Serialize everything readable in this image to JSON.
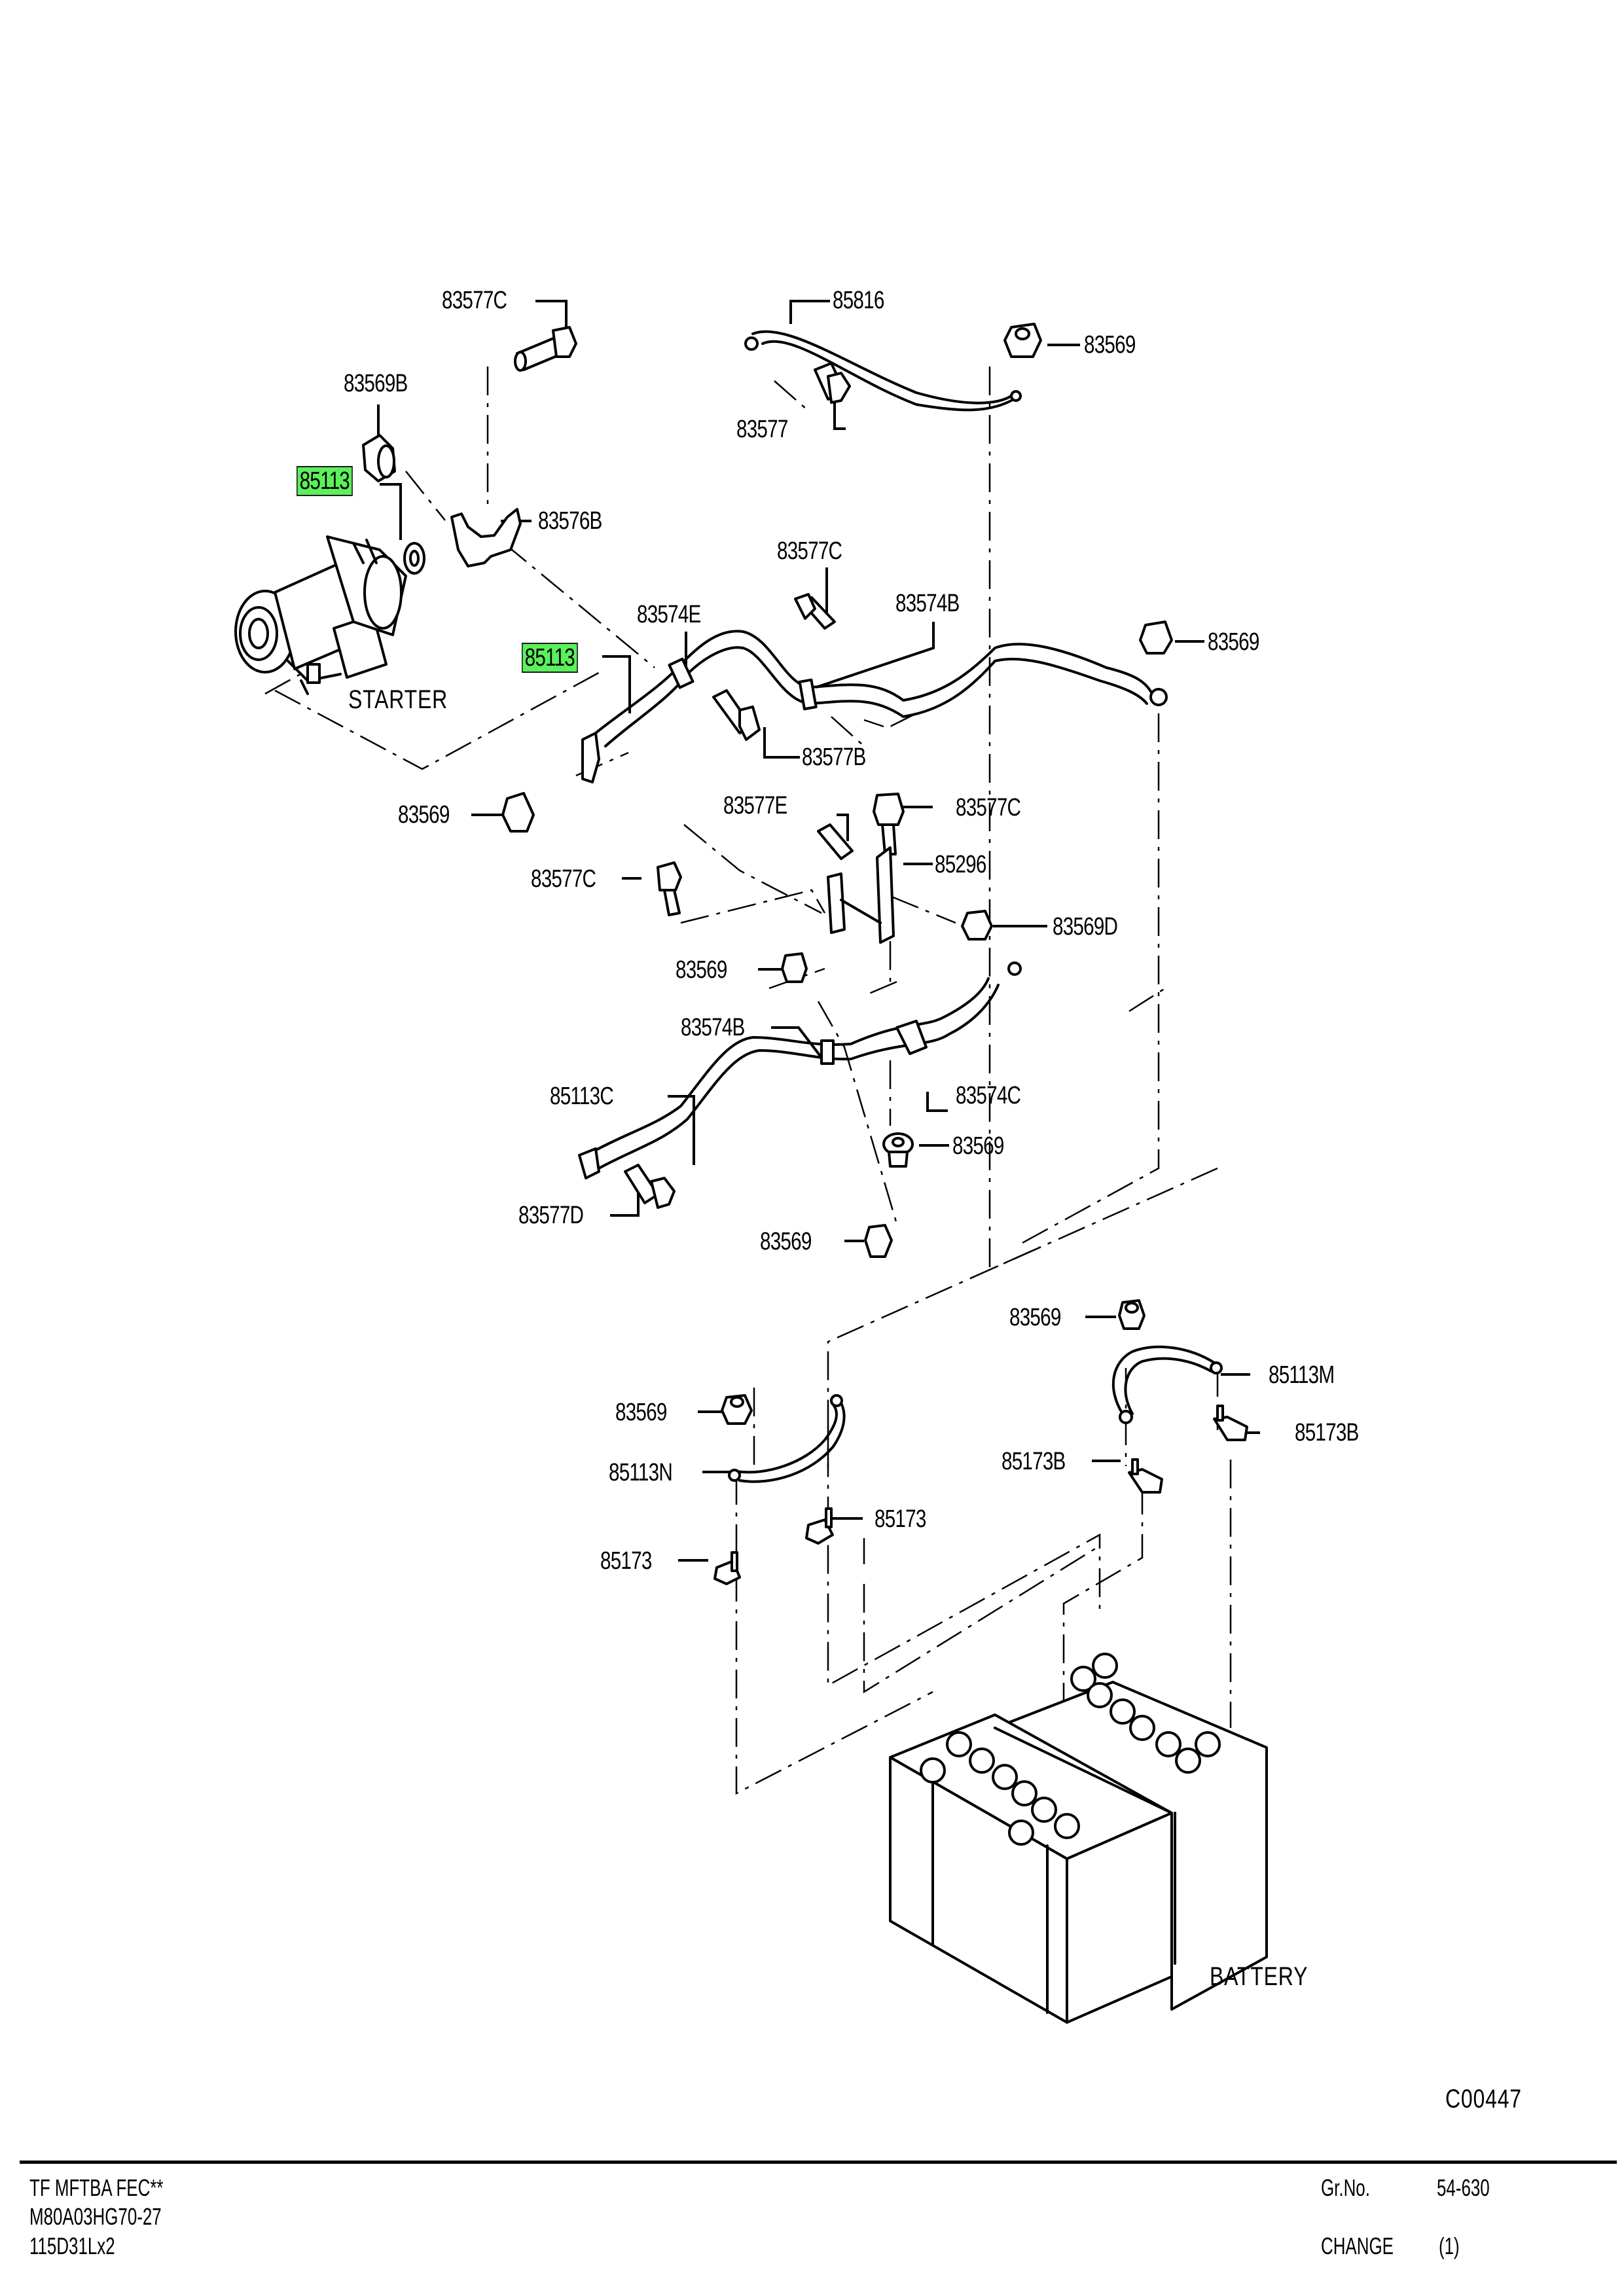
{
  "document": {
    "type": "parts-catalog-illustration",
    "illustration_id": "C00447",
    "captions": {
      "starter": "STARTER",
      "battery": "BATTERY"
    },
    "highlight_color": "#5cf05c"
  },
  "part_labels": [
    {
      "id": "l1",
      "text": "83577C"
    },
    {
      "id": "l2",
      "text": "85816"
    },
    {
      "id": "l3",
      "text": "83569"
    },
    {
      "id": "l4",
      "text": "83569B"
    },
    {
      "id": "l5",
      "text": "83577"
    },
    {
      "id": "l6",
      "text": "85113",
      "highlighted": true
    },
    {
      "id": "l7",
      "text": "83576B"
    },
    {
      "id": "l8",
      "text": "83577C"
    },
    {
      "id": "l9",
      "text": "83574E"
    },
    {
      "id": "l10",
      "text": "83574B"
    },
    {
      "id": "l11",
      "text": "83569"
    },
    {
      "id": "l12",
      "text": "85113",
      "highlighted": true
    },
    {
      "id": "l13",
      "text": "83577B"
    },
    {
      "id": "l14",
      "text": "83569"
    },
    {
      "id": "l15",
      "text": "83577E"
    },
    {
      "id": "l16",
      "text": "83577C"
    },
    {
      "id": "l17",
      "text": "85296"
    },
    {
      "id": "l18",
      "text": "83577C"
    },
    {
      "id": "l19",
      "text": "83569D"
    },
    {
      "id": "l20",
      "text": "83569"
    },
    {
      "id": "l21",
      "text": "83574B"
    },
    {
      "id": "l22",
      "text": "85113C"
    },
    {
      "id": "l23",
      "text": "83574C"
    },
    {
      "id": "l24",
      "text": "83569"
    },
    {
      "id": "l25",
      "text": "83577D"
    },
    {
      "id": "l26",
      "text": "83569"
    },
    {
      "id": "l27",
      "text": "83569"
    },
    {
      "id": "l28",
      "text": "85113M"
    },
    {
      "id": "l29",
      "text": "83569"
    },
    {
      "id": "l30",
      "text": "85173B"
    },
    {
      "id": "l31",
      "text": "85113N"
    },
    {
      "id": "l32",
      "text": "85173B"
    },
    {
      "id": "l33",
      "text": "85173"
    },
    {
      "id": "l34",
      "text": "85173"
    }
  ],
  "footer": {
    "line1": "TF MFTBA FEC**",
    "line2": "M80A03HG70-27",
    "line3": "115D31Lx2",
    "group_label": "Gr.No.",
    "group_value": "54-630",
    "change_label": "CHANGE",
    "change_value": "(1)"
  }
}
